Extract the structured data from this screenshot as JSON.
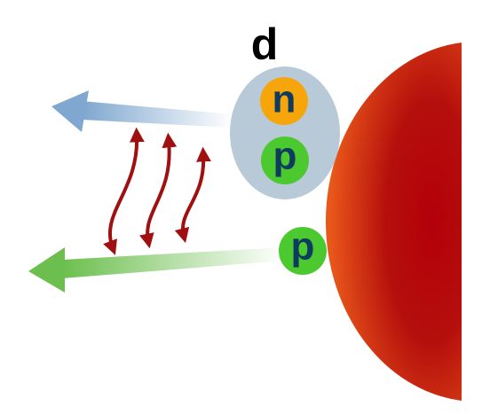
{
  "labels": {
    "deuteron": "d",
    "neutron": "n",
    "proton_bound": "p",
    "proton_free": "p"
  },
  "colors": {
    "deuteron_fill": "#b8c9d8",
    "neutron_fill": "#f6a50a",
    "proton_fill": "#4cc92e",
    "particle_letter": "#0d3c5e",
    "deuteron_label": "#000000",
    "upper_arrow": "#7fa7cf",
    "lower_arrow": "#6cbf4e",
    "photon_wave": "#a01010",
    "nucleus_outer": "#e9581a",
    "nucleus_inner": "#b3000a"
  }
}
